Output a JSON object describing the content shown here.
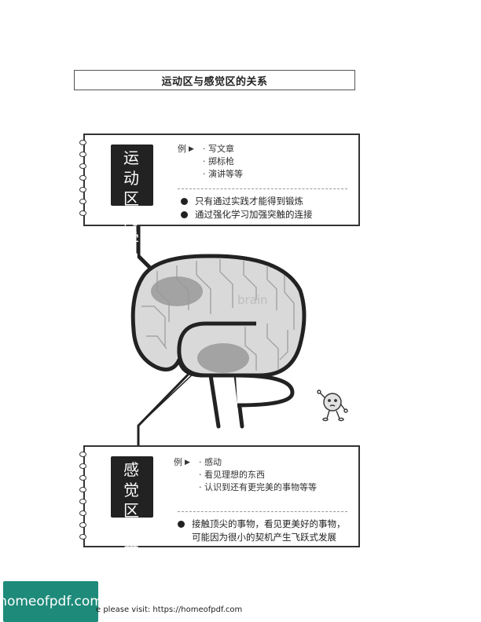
{
  "title": "运动区与感觉区的关系",
  "motor_card": {
    "label_lines": [
      "运动",
      "区的",
      "学习"
    ],
    "example_marker": "例",
    "examples": [
      "写文章",
      "掷标枪",
      "演讲等等"
    ],
    "points": [
      "只有通过实践才能得到锻炼",
      "通过强化学习加强突触的连接"
    ]
  },
  "sensory_card": {
    "label_lines": [
      "感觉",
      "区的",
      "学习"
    ],
    "example_marker": "例",
    "examples": [
      "感动",
      "看见理想的东西",
      "认识到还有更完美的事物等等"
    ],
    "points": [
      "接触顶尖的事物，看见更美好的事物，",
      "可能因为很小的契机产生飞跃式发展"
    ]
  },
  "brain_label": "brain",
  "footer": {
    "badge": "homeofpdf.com",
    "text": "e please visit: https://homeofpdf.com"
  }
}
